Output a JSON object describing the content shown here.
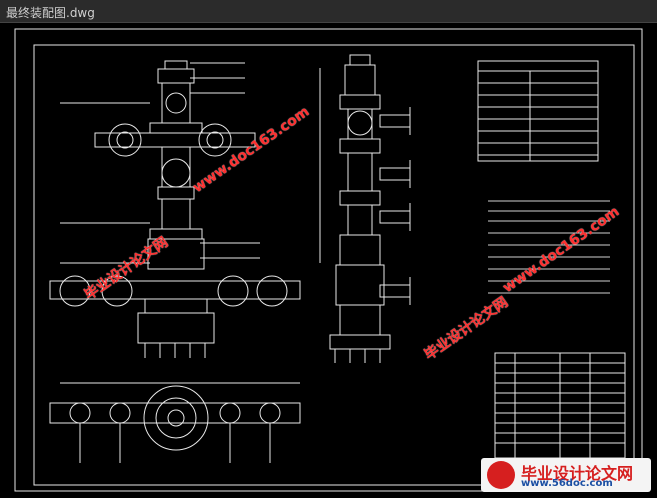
{
  "window": {
    "title": "最终装配图.dwg"
  },
  "watermarks": {
    "site": "www.doc163.com",
    "cn": "毕业设计论文网"
  },
  "logo": {
    "cn": "毕业设计论文网",
    "url": "www.56doc.com"
  },
  "colors": {
    "frame": "#ffffff",
    "drawing": "#e8e8e8",
    "accent": "#00d0d0",
    "watermark": "#ff2f2f"
  }
}
